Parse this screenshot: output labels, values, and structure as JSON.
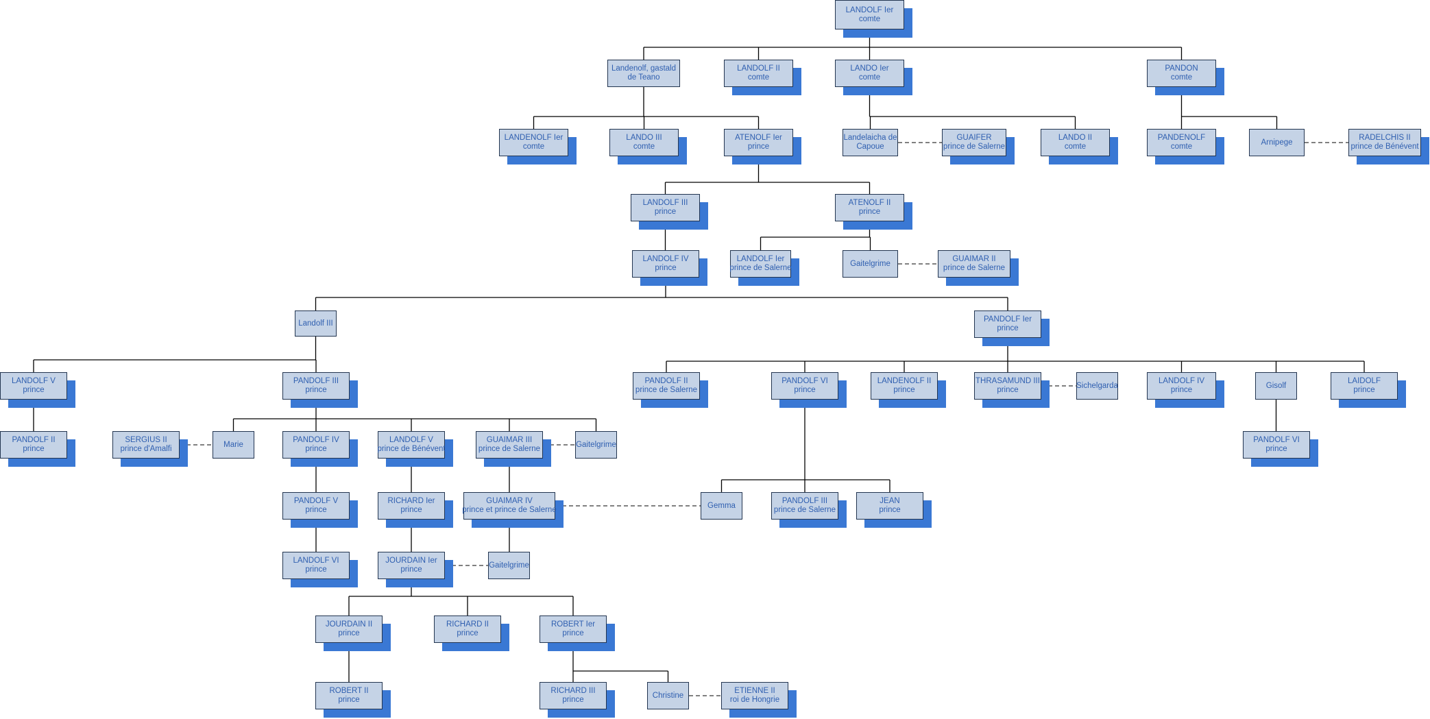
{
  "nodes": [
    {
      "id": "n01",
      "l1": "LANDOLF Ier",
      "l2": "comte",
      "shadow": true
    },
    {
      "id": "n02",
      "l1": "Landenolf, gastald",
      "l2": "de Teano",
      "shadow": false
    },
    {
      "id": "n03",
      "l1": "LANDOLF II",
      "l2": "comte",
      "shadow": true
    },
    {
      "id": "n04",
      "l1": "LANDO Ier",
      "l2": "comte",
      "shadow": true
    },
    {
      "id": "n05",
      "l1": "PANDON",
      "l2": "comte",
      "shadow": true
    },
    {
      "id": "n06",
      "l1": "LANDENOLF Ier",
      "l2": "comte",
      "shadow": true
    },
    {
      "id": "n07",
      "l1": "LANDO III",
      "l2": "comte",
      "shadow": true
    },
    {
      "id": "n08",
      "l1": "ATENOLF Ier",
      "l2": "prince",
      "shadow": true
    },
    {
      "id": "n09",
      "l1": "Landelaicha de",
      "l2": "Capoue",
      "shadow": false
    },
    {
      "id": "n10",
      "l1": "GUAIFER",
      "l2": "prince de Salerne",
      "shadow": true
    },
    {
      "id": "n11",
      "l1": "LANDO II",
      "l2": "comte",
      "shadow": true
    },
    {
      "id": "n12",
      "l1": "PANDENOLF",
      "l2": "comte",
      "shadow": true
    },
    {
      "id": "n13",
      "l1": "Arnipege",
      "l2": "",
      "shadow": false
    },
    {
      "id": "n14",
      "l1": "RADELCHIS II",
      "l2": "prince de Bénévent",
      "shadow": true
    },
    {
      "id": "n15",
      "l1": "LANDOLF III",
      "l2": "prince",
      "shadow": true
    },
    {
      "id": "n16",
      "l1": "ATENOLF II",
      "l2": "prince",
      "shadow": true
    },
    {
      "id": "n17",
      "l1": "LANDOLF IV",
      "l2": "prince",
      "shadow": true
    },
    {
      "id": "n18",
      "l1": "LANDOLF Ier",
      "l2": "prince de Salerne",
      "shadow": true
    },
    {
      "id": "n19",
      "l1": "Gaitelgrime",
      "l2": "",
      "shadow": false
    },
    {
      "id": "n20",
      "l1": "GUAIMAR II",
      "l2": "prince de Salerne",
      "shadow": true
    },
    {
      "id": "n21",
      "l1": "Landolf III",
      "l2": "",
      "shadow": false
    },
    {
      "id": "n22",
      "l1": "PANDOLF Ier",
      "l2": "prince",
      "shadow": true
    },
    {
      "id": "n23",
      "l1": "LANDOLF V",
      "l2": "prince",
      "shadow": true
    },
    {
      "id": "n24",
      "l1": "PANDOLF III",
      "l2": "prince",
      "shadow": true
    },
    {
      "id": "n25",
      "l1": "PANDOLF II",
      "l2": "prince de Salerne",
      "shadow": true
    },
    {
      "id": "n26",
      "l1": "PANDOLF VI",
      "l2": "prince",
      "shadow": true
    },
    {
      "id": "n27",
      "l1": "LANDENOLF II",
      "l2": "prince",
      "shadow": true
    },
    {
      "id": "n28",
      "l1": "THRASAMUND III",
      "l2": "prince",
      "shadow": true
    },
    {
      "id": "n29",
      "l1": "Sichelgarda",
      "l2": "",
      "shadow": false
    },
    {
      "id": "n30",
      "l1": "LANDOLF IV",
      "l2": "prince",
      "shadow": true
    },
    {
      "id": "n31",
      "l1": "Gisolf",
      "l2": "",
      "shadow": false
    },
    {
      "id": "n32",
      "l1": "LAIDOLF",
      "l2": "prince",
      "shadow": true
    },
    {
      "id": "n33",
      "l1": "PANDOLF II",
      "l2": "prince",
      "shadow": true
    },
    {
      "id": "n34",
      "l1": "SERGIUS II",
      "l2": "prince d'Amalfi",
      "shadow": true
    },
    {
      "id": "n35",
      "l1": "Marie",
      "l2": "",
      "shadow": false
    },
    {
      "id": "n36",
      "l1": "PANDOLF IV",
      "l2": "prince",
      "shadow": true
    },
    {
      "id": "n37",
      "l1": "LANDOLF V",
      "l2": "prince de Bénévent",
      "shadow": true
    },
    {
      "id": "n38",
      "l1": "GUAIMAR III",
      "l2": "prince de Salerne",
      "shadow": true
    },
    {
      "id": "n39",
      "l1": "Gaitelgrime",
      "l2": "",
      "shadow": false
    },
    {
      "id": "n40",
      "l1": "PANDOLF VI",
      "l2": "prince",
      "shadow": true
    },
    {
      "id": "n41",
      "l1": "PANDOLF V",
      "l2": "prince",
      "shadow": true
    },
    {
      "id": "n42",
      "l1": "RICHARD Ier",
      "l2": "prince",
      "shadow": true
    },
    {
      "id": "n43",
      "l1": "GUAIMAR IV",
      "l2": "prince et prince de Salerne",
      "shadow": true
    },
    {
      "id": "n44",
      "l1": "Gemma",
      "l2": "",
      "shadow": false
    },
    {
      "id": "n45",
      "l1": "PANDOLF III",
      "l2": "prince de Salerne",
      "shadow": true
    },
    {
      "id": "n46",
      "l1": "JEAN",
      "l2": "prince",
      "shadow": true
    },
    {
      "id": "n47",
      "l1": "LANDOLF VI",
      "l2": "prince",
      "shadow": true
    },
    {
      "id": "n48",
      "l1": "JOURDAIN Ier",
      "l2": "prince",
      "shadow": true
    },
    {
      "id": "n49",
      "l1": "Gaitelgrime",
      "l2": "",
      "shadow": false
    },
    {
      "id": "n50",
      "l1": "JOURDAIN II",
      "l2": "prince",
      "shadow": true
    },
    {
      "id": "n51",
      "l1": "RICHARD II",
      "l2": "prince",
      "shadow": true
    },
    {
      "id": "n52",
      "l1": "ROBERT Ier",
      "l2": "prince",
      "shadow": true
    },
    {
      "id": "n53",
      "l1": "ROBERT II",
      "l2": "prince",
      "shadow": true
    },
    {
      "id": "n54",
      "l1": "RICHARD III",
      "l2": "prince",
      "shadow": true
    },
    {
      "id": "n55",
      "l1": "Christine",
      "l2": "",
      "shadow": false
    },
    {
      "id": "n56",
      "l1": "ETIENNE II",
      "l2": "roi de Hongrie",
      "shadow": true
    }
  ],
  "connectors": [
    {
      "type": "parent-child",
      "parent": "n01",
      "children": [
        "n02",
        "n03",
        "n04",
        "n05"
      ]
    },
    {
      "type": "parent-child",
      "parent": "n02",
      "children": [
        "n06",
        "n07",
        "n08"
      ]
    },
    {
      "type": "parent-child",
      "parent": "n04",
      "children": [
        "n09",
        "n11"
      ]
    },
    {
      "type": "parent-child",
      "parent": "n05",
      "children": [
        "n12",
        "n13"
      ]
    },
    {
      "type": "parent-child",
      "parent": "n08",
      "children": [
        "n15",
        "n16"
      ]
    },
    {
      "type": "parent-child",
      "parent": "n15",
      "children": [
        "n17"
      ]
    },
    {
      "type": "parent-child",
      "parent": "n16",
      "children": [
        "n18",
        "n19"
      ]
    },
    {
      "type": "parent-child",
      "parent": "n17",
      "children": [
        "n21",
        "n22"
      ]
    },
    {
      "type": "parent-child",
      "parent": "n21",
      "children": [
        "n23",
        "n24"
      ]
    },
    {
      "type": "parent-child",
      "parent": "n23",
      "children": [
        "n33"
      ]
    },
    {
      "type": "parent-child",
      "parent": "n22",
      "children": [
        "n25",
        "n26",
        "n27",
        "n28",
        "n30",
        "n31",
        "n32"
      ]
    },
    {
      "type": "parent-child",
      "parent": "n31",
      "children": [
        "n40"
      ]
    },
    {
      "type": "parent-child",
      "parent": "n24",
      "children": [
        "n35",
        "n36",
        "n37",
        "n38",
        "n39"
      ]
    },
    {
      "type": "parent-child",
      "parent": "n36",
      "children": [
        "n41"
      ]
    },
    {
      "type": "parent-child",
      "parent": "n41",
      "children": [
        "n47"
      ]
    },
    {
      "type": "parent-child",
      "parent": "n37",
      "children": [
        "n42"
      ]
    },
    {
      "type": "parent-child",
      "parent": "n42",
      "children": [
        "n48"
      ]
    },
    {
      "type": "parent-child",
      "parent": "n38",
      "children": [
        "n43"
      ]
    },
    {
      "type": "parent-child",
      "parent": "n43",
      "children": [
        "n49"
      ]
    },
    {
      "type": "parent-child",
      "parent": "n26",
      "children": [
        "n44",
        "n45",
        "n46"
      ]
    },
    {
      "type": "parent-child",
      "parent": "n48",
      "children": [
        "n50",
        "n51",
        "n52"
      ]
    },
    {
      "type": "parent-child",
      "parent": "n50",
      "children": [
        "n53"
      ]
    },
    {
      "type": "parent-child",
      "parent": "n52",
      "children": [
        "n54",
        "n55"
      ]
    },
    {
      "type": "spouse",
      "a": "n09",
      "b": "n10"
    },
    {
      "type": "spouse",
      "a": "n13",
      "b": "n14"
    },
    {
      "type": "spouse",
      "a": "n19",
      "b": "n20"
    },
    {
      "type": "spouse",
      "a": "n28",
      "b": "n29"
    },
    {
      "type": "spouse",
      "a": "n34",
      "b": "n35"
    },
    {
      "type": "spouse",
      "a": "n38",
      "b": "n39"
    },
    {
      "type": "spouse",
      "a": "n43",
      "b": "n44"
    },
    {
      "type": "spouse",
      "a": "n48",
      "b": "n49"
    },
    {
      "type": "spouse",
      "a": "n55",
      "b": "n56"
    }
  ]
}
